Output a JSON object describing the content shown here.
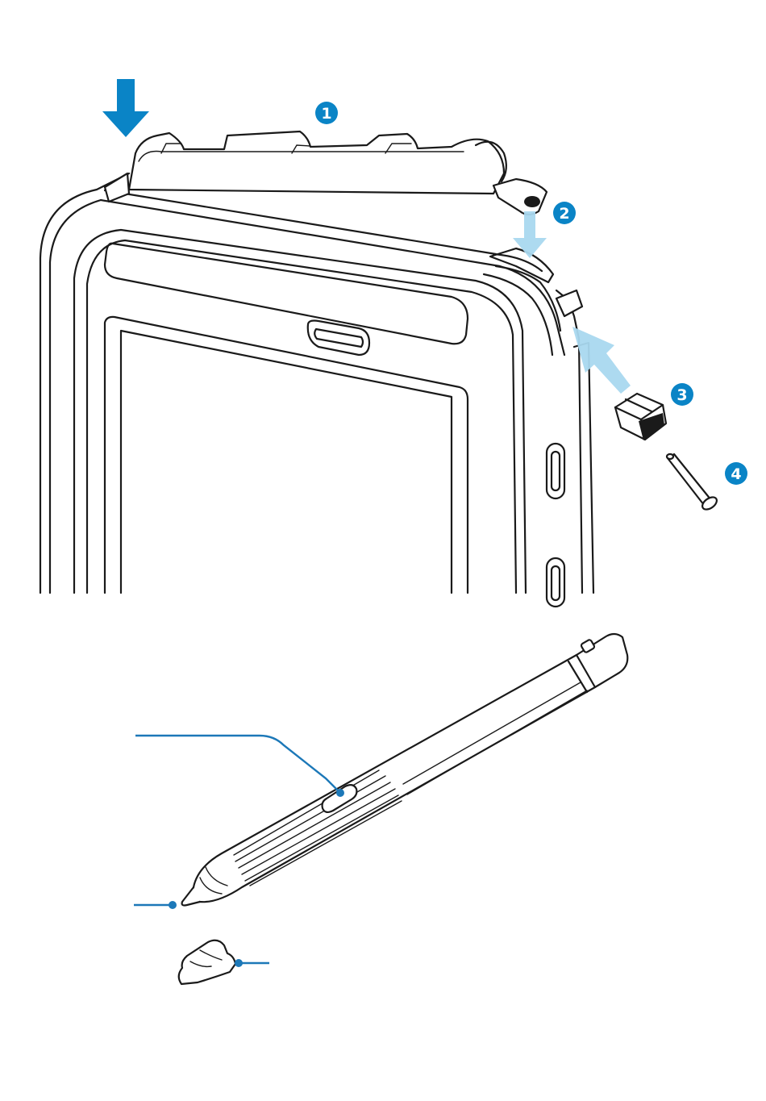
{
  "callouts": {
    "step1": "1",
    "step2": "2",
    "step3": "3",
    "step4": "4"
  },
  "colors": {
    "accent": "#0a84c6",
    "arrow_light": "#a9d8ef",
    "leader": "#1c78b8",
    "outline": "#1a1a1a"
  },
  "icons": {
    "down_arrow": "push-down-arrow-icon",
    "push_arrow": "push-in-arrow-icon"
  }
}
